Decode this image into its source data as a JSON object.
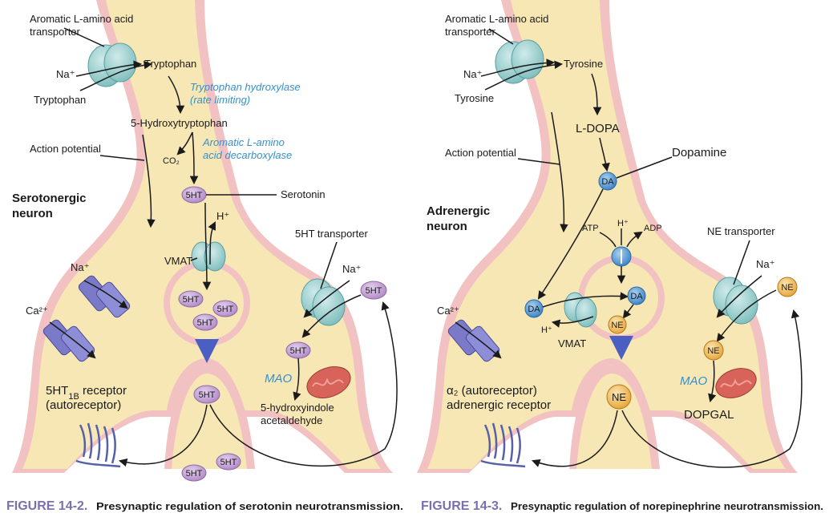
{
  "left": {
    "transporter": "Aromatic L-amino acid transporter",
    "na": "Na⁺",
    "substrate_in": "Tryptophan",
    "substrate_out": "Tryptophan",
    "enzyme1_line1": "Tryptophan hydroxylase",
    "enzyme1_line2": "(rate limiting)",
    "intermediate": "5-Hydroxytryptophan",
    "co2": "CO₂",
    "enzyme2_line1": "Aromatic L-amino",
    "enzyme2_line2": "acid decarboxylase",
    "action_potential": "Action potential",
    "neuron_line1": "Serotonergic",
    "neuron_line2": "neuron",
    "transmitter_label": "Serotonin",
    "transmitter": "5HT",
    "h_plus": "H⁺",
    "vmat": "VMAT",
    "na2": "Na⁺",
    "ca": "Ca²⁺",
    "reuptake": "5HT transporter",
    "na3": "Na⁺",
    "mao": "MAO",
    "metabolite_line1": "5-hydroxyindole",
    "metabolite_line2": "acetaldehyde",
    "receptor_line1": "5HT",
    "receptor_sub": "1B",
    "receptor_line1b": " receptor",
    "receptor_line2": "(autoreceptor)"
  },
  "right": {
    "transporter": "Aromatic L-amino acid transporter",
    "na": "Na⁺",
    "substrate_in": "Tyrosine",
    "substrate_out": "Tyrosine",
    "intermediate": "L-DOPA",
    "action_potential": "Action potential",
    "dopamine_label": "Dopamine",
    "da": "DA",
    "neuron_line1": "Adrenergic",
    "neuron_line2": "neuron",
    "atp": "ATP",
    "h_plus": "H⁺",
    "adp": "ADP",
    "h_plus2": "H⁺",
    "vmat": "VMAT",
    "ne": "NE",
    "ca": "Ca²⁺",
    "reuptake": "NE transporter",
    "na3": "Na⁺",
    "mao": "MAO",
    "metabolite": "DOPGAL",
    "receptor_line1": "α₂ (autoreceptor)",
    "receptor_line2": "adrenergic receptor"
  },
  "captions": {
    "left_fig": "FIGURE 14-2.",
    "left_text": "Presynaptic regulation of serotonin neurotransmission.",
    "right_fig": "FIGURE 14-3.",
    "right_text": "Presynaptic regulation of norepinephrine neurotransmission."
  },
  "colors": {
    "cytoplasm": "#f7e7b4",
    "membrane": "#f2c2c2",
    "transporter": "#9fd4d4",
    "channel": "#7a7ac8",
    "serotonin": "#c9a6d8",
    "da": "#5aa0d8",
    "ne": "#f3c56a",
    "mito": "#d8635a",
    "enzyme_text": "#3a8fc9"
  }
}
